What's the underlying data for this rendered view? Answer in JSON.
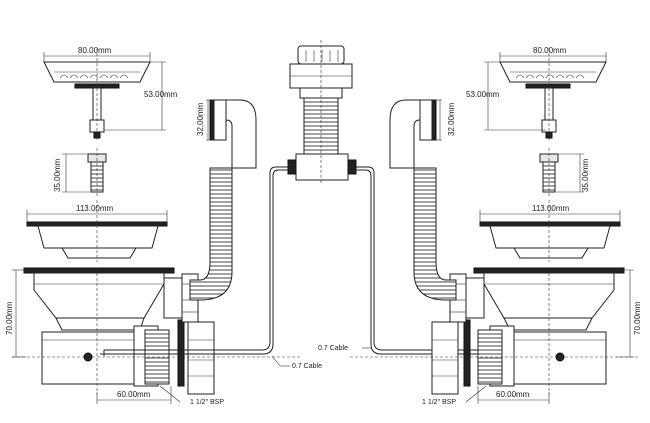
{
  "dimensions": {
    "strainer_diameter": "80.00mm",
    "strainer_height": "53.00mm",
    "overflow_diameter": "32.00mm",
    "bolt_length": "35.00mm",
    "flange_diameter": "113.00mm",
    "basket_depth": "70.00mm",
    "outlet_offset": "60.00mm"
  },
  "labels": {
    "cable": "0.7 Cable",
    "bsp": "1 1/2\" BSP"
  },
  "colors": {
    "line": "#222222",
    "fill": "#ffffff"
  }
}
